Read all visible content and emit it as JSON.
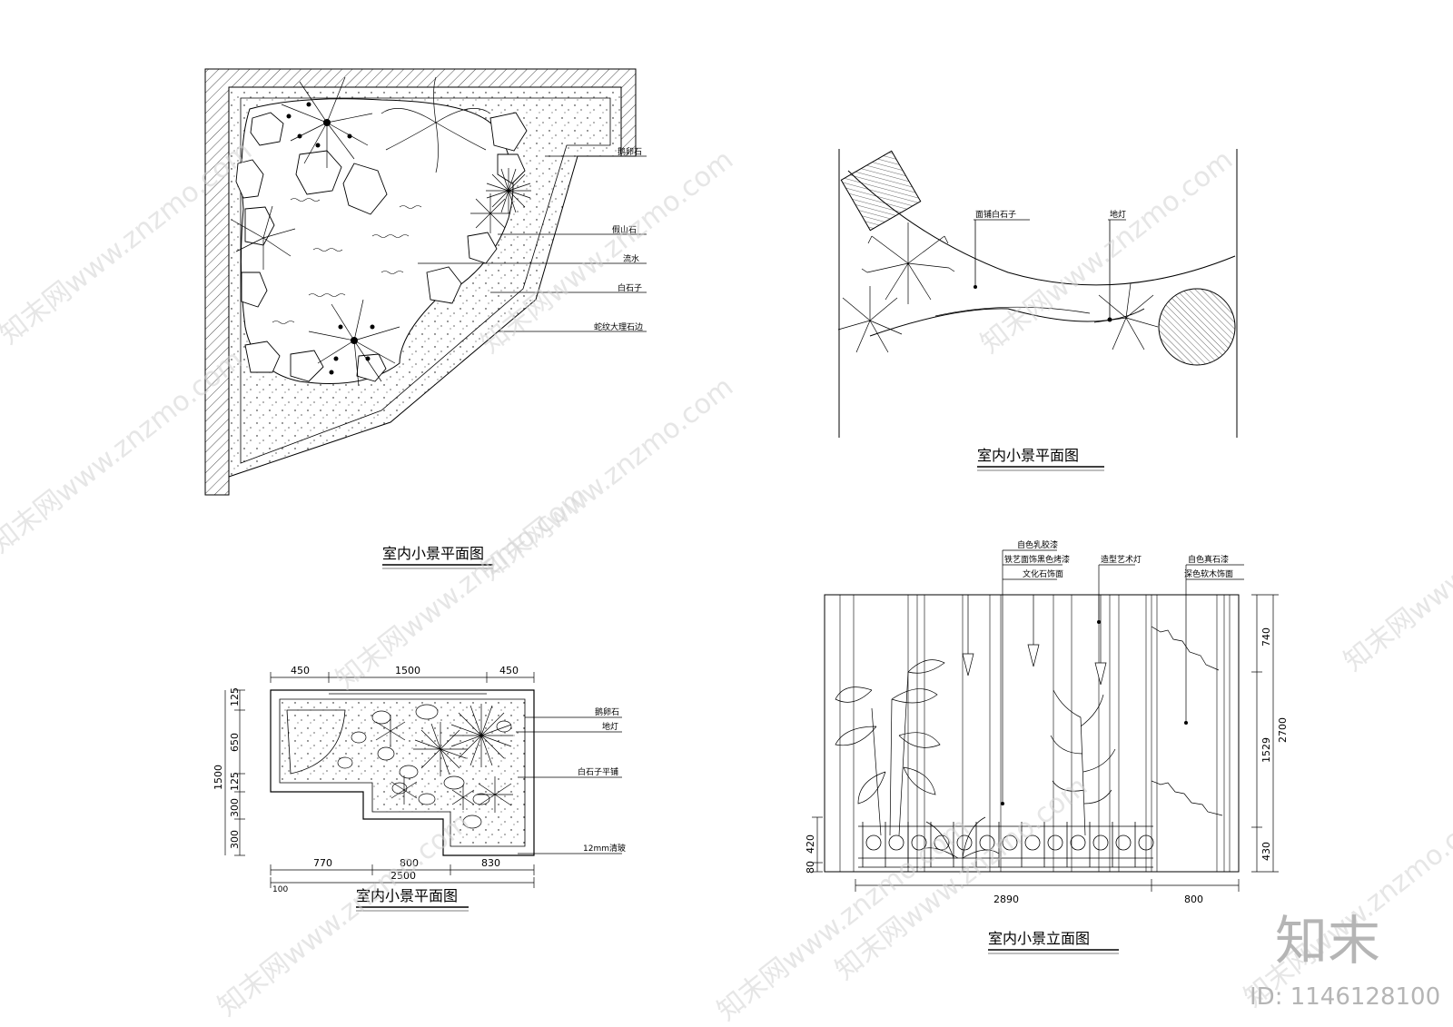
{
  "watermarks": {
    "site_text": "知末网www.znzmo.com"
  },
  "panel_top_left": {
    "title": "室内小景平面图",
    "callouts": [
      "鹅卵石",
      "假山石",
      "流水",
      "白石子",
      "蛇纹大理石边"
    ]
  },
  "panel_top_right": {
    "title": "室内小景平面图",
    "callouts": [
      "面铺白石子",
      "地灯"
    ]
  },
  "panel_bottom_left": {
    "title": "室内小景平面图",
    "callouts": [
      "鹅卵石",
      "地灯",
      "白石子平铺",
      "12mm清玻"
    ],
    "dims_top": [
      "450",
      "1500",
      "450"
    ],
    "dims_bottom": [
      "770",
      "800",
      "830"
    ],
    "dims_total": "2500",
    "dims_offset": "100",
    "dims_left_total": "1500",
    "dims_left": [
      "125",
      "650",
      "125",
      "300",
      "300"
    ]
  },
  "panel_bottom_right": {
    "title": "室内小景立面图",
    "callouts": [
      "自色乳胶漆",
      "铁艺面饰黑色烤漆",
      "文化石饰面",
      "造型艺术灯",
      "自色真石漆",
      "深色软木饰面"
    ],
    "dims_right": [
      "740",
      "1529",
      "430"
    ],
    "dims_right_total": "2700",
    "dims_left": [
      "420",
      "80"
    ],
    "dims_bottom": [
      "2890",
      "800"
    ]
  },
  "brand": {
    "logo_text": "知末",
    "id_text": "ID: 1146128100"
  }
}
